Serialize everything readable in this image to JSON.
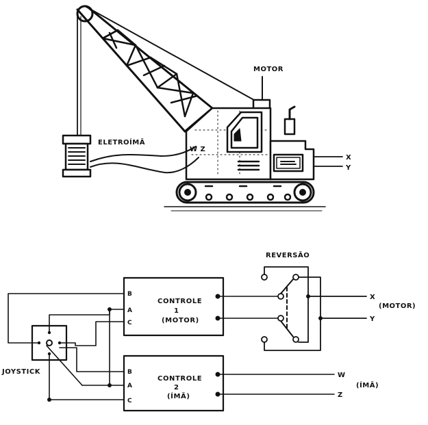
{
  "crane": {
    "motor_label": "MOTOR",
    "magnet_label": "ELETROÍMÃ",
    "wz_label": "W Z",
    "x_label": "X",
    "y_label": "Y"
  },
  "schematic": {
    "reversal_label": "REVERSÃO",
    "joystick_label": "JOYSTICK",
    "control1": {
      "line1": "CONTROLE",
      "line2": "1",
      "line3": "(MOTOR)",
      "pin_b": "B",
      "pin_a": "A",
      "pin_c": "C"
    },
    "control2": {
      "line1": "CONTROLE",
      "line2": "2",
      "line3": "(ÍMÃ)",
      "pin_b": "B",
      "pin_a": "A",
      "pin_c": "C"
    },
    "out_x": "X",
    "out_y": "Y",
    "motor_note": "(MOTOR)",
    "out_w": "W",
    "out_z": "Z",
    "ima_note": "(ÍMÃ)"
  },
  "colors": {
    "ink": "#111111",
    "paper": "#ffffff"
  }
}
